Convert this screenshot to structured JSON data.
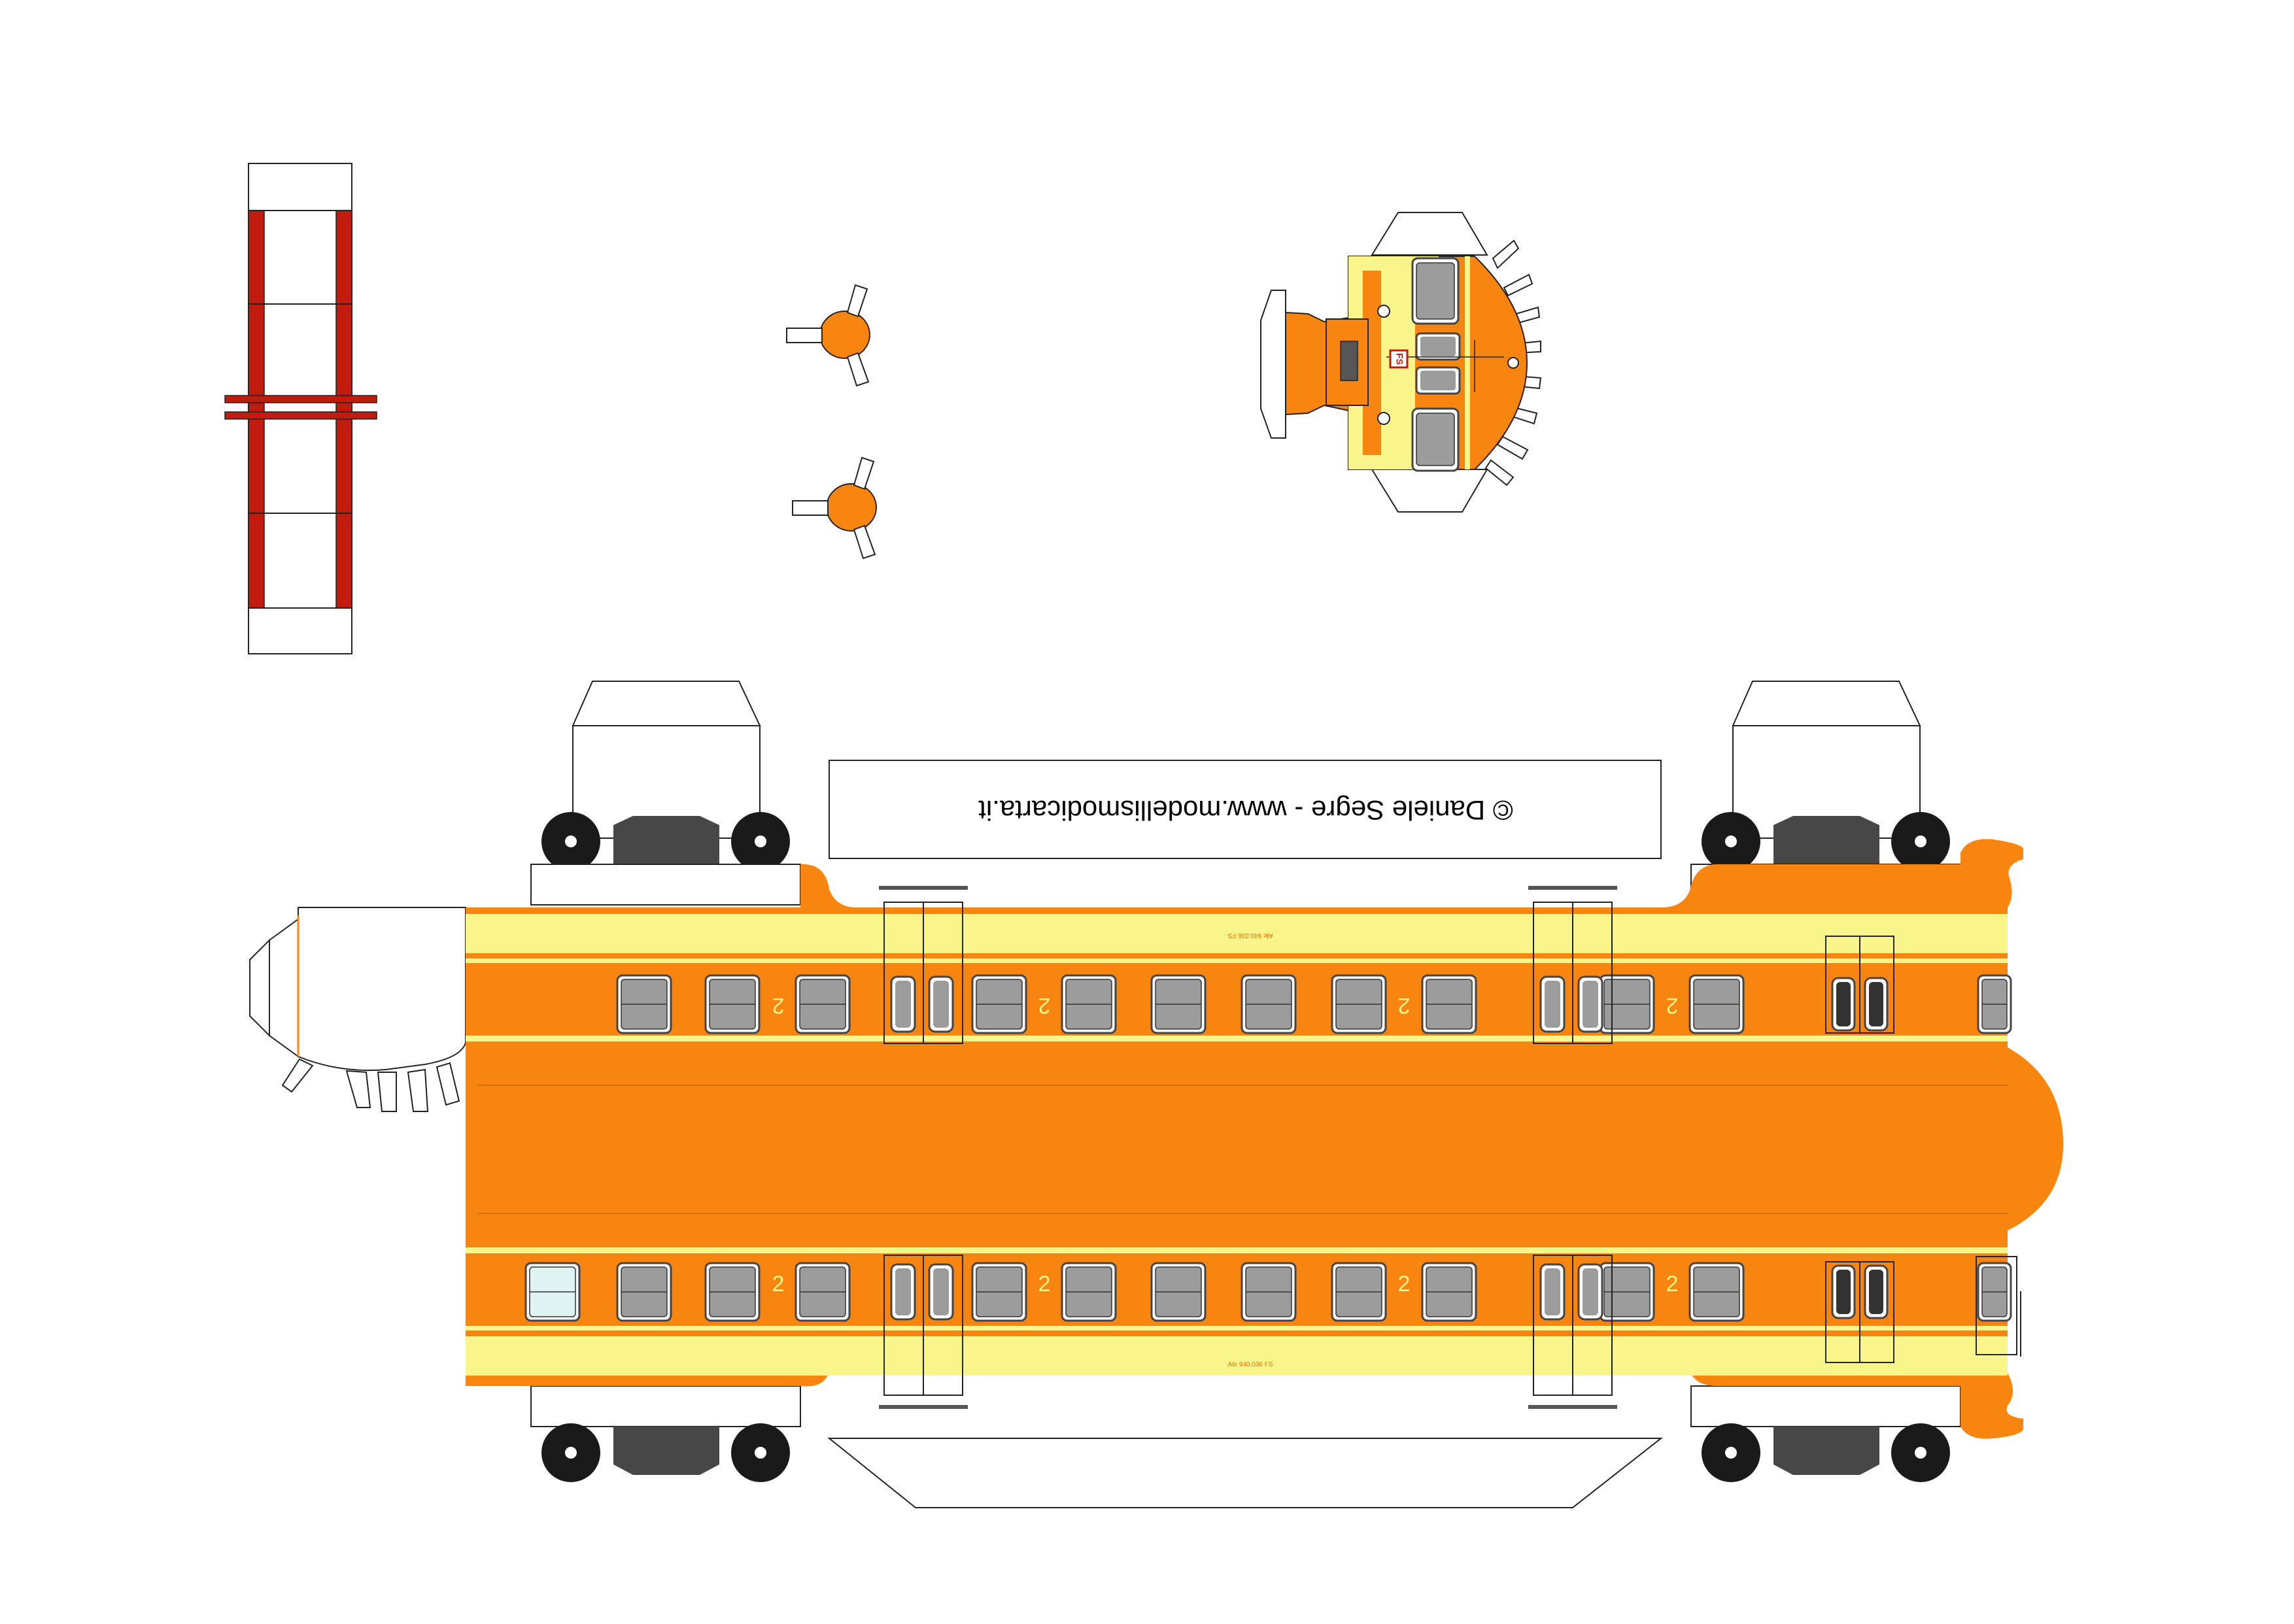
{
  "sheet": {
    "title": "Papercraft model sheet - Italian FS Ale 940 double-deck train car",
    "copyright_text": "© Daniele Segre - www.modellismodicarta.it",
    "class_mark": "2",
    "car_number_top": "Ale 940.036 FS",
    "car_number_bottom": "Ale 940.036 FS",
    "logo_text": "FS"
  },
  "colors": {
    "orange": "#f7850f",
    "yellow_stripe": "#f9f58a",
    "window_frame": "#444444",
    "window_glass": "#9c9c9c",
    "window_glass_light": "#dff3f3",
    "wheel": "#1a1a1a",
    "bogie": "#474747",
    "red_frame": "#c11a0e",
    "outline": "#222222",
    "white": "#ffffff",
    "text_orange": "#ee6f00"
  }
}
